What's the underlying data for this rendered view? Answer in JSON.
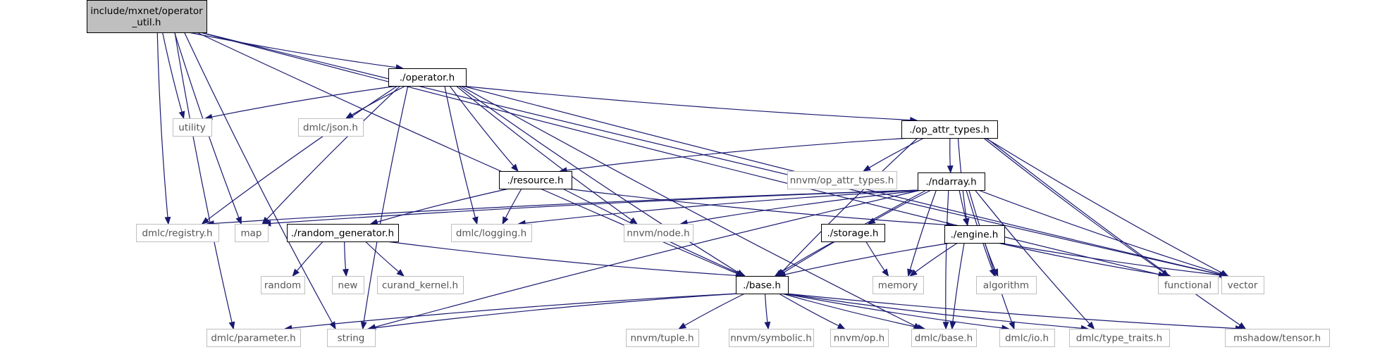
{
  "diagram": {
    "type": "include-dependency-graph",
    "nodes": [
      {
        "id": "root",
        "lines": [
          "include/mxnet/operator",
          "_util.h"
        ],
        "kind": "root"
      },
      {
        "id": "operator",
        "lines": [
          "./operator.h"
        ],
        "kind": "local"
      },
      {
        "id": "utility",
        "lines": [
          "utility"
        ],
        "kind": "external"
      },
      {
        "id": "dmlc_json",
        "lines": [
          "dmlc/json.h"
        ],
        "kind": "external"
      },
      {
        "id": "op_attr_types",
        "lines": [
          "./op_attr_types.h"
        ],
        "kind": "local"
      },
      {
        "id": "resource",
        "lines": [
          "./resource.h"
        ],
        "kind": "local"
      },
      {
        "id": "nnvm_op_attr_types",
        "lines": [
          "nnvm/op_attr_types.h"
        ],
        "kind": "external"
      },
      {
        "id": "ndarray",
        "lines": [
          "./ndarray.h"
        ],
        "kind": "local"
      },
      {
        "id": "dmlc_registry",
        "lines": [
          "dmlc/registry.h"
        ],
        "kind": "external"
      },
      {
        "id": "map",
        "lines": [
          "map"
        ],
        "kind": "external"
      },
      {
        "id": "random_generator",
        "lines": [
          "./random_generator.h"
        ],
        "kind": "local"
      },
      {
        "id": "dmlc_logging",
        "lines": [
          "dmlc/logging.h"
        ],
        "kind": "external"
      },
      {
        "id": "nnvm_node",
        "lines": [
          "nnvm/node.h"
        ],
        "kind": "external"
      },
      {
        "id": "storage",
        "lines": [
          "./storage.h"
        ],
        "kind": "local"
      },
      {
        "id": "engine",
        "lines": [
          "./engine.h"
        ],
        "kind": "local"
      },
      {
        "id": "random",
        "lines": [
          "random"
        ],
        "kind": "external"
      },
      {
        "id": "new",
        "lines": [
          "new"
        ],
        "kind": "external"
      },
      {
        "id": "curand_kernel",
        "lines": [
          "curand_kernel.h"
        ],
        "kind": "external"
      },
      {
        "id": "base",
        "lines": [
          "./base.h"
        ],
        "kind": "local"
      },
      {
        "id": "memory",
        "lines": [
          "memory"
        ],
        "kind": "external"
      },
      {
        "id": "algorithm",
        "lines": [
          "algorithm"
        ],
        "kind": "external"
      },
      {
        "id": "functional",
        "lines": [
          "functional"
        ],
        "kind": "external"
      },
      {
        "id": "vector",
        "lines": [
          "vector"
        ],
        "kind": "external"
      },
      {
        "id": "dmlc_parameter",
        "lines": [
          "dmlc/parameter.h"
        ],
        "kind": "external"
      },
      {
        "id": "string",
        "lines": [
          "string"
        ],
        "kind": "external"
      },
      {
        "id": "nnvm_tuple",
        "lines": [
          "nnvm/tuple.h"
        ],
        "kind": "external"
      },
      {
        "id": "nnvm_symbolic",
        "lines": [
          "nnvm/symbolic.h"
        ],
        "kind": "external"
      },
      {
        "id": "nnvm_op",
        "lines": [
          "nnvm/op.h"
        ],
        "kind": "external"
      },
      {
        "id": "dmlc_base",
        "lines": [
          "dmlc/base.h"
        ],
        "kind": "external"
      },
      {
        "id": "dmlc_io",
        "lines": [
          "dmlc/io.h"
        ],
        "kind": "external"
      },
      {
        "id": "dmlc_type_traits",
        "lines": [
          "dmlc/type_traits.h"
        ],
        "kind": "external"
      },
      {
        "id": "mshadow_tensor",
        "lines": [
          "mshadow/tensor.h"
        ],
        "kind": "external"
      }
    ],
    "edges": [
      [
        "root",
        "operator"
      ],
      [
        "root",
        "utility"
      ],
      [
        "root",
        "dmlc_registry"
      ],
      [
        "root",
        "map"
      ],
      [
        "root",
        "base"
      ],
      [
        "root",
        "dmlc_parameter"
      ],
      [
        "root",
        "string"
      ],
      [
        "root",
        "functional"
      ],
      [
        "root",
        "vector"
      ],
      [
        "operator",
        "utility"
      ],
      [
        "operator",
        "dmlc_json"
      ],
      [
        "operator",
        "op_attr_types"
      ],
      [
        "operator",
        "resource"
      ],
      [
        "operator",
        "dmlc_registry"
      ],
      [
        "operator",
        "map"
      ],
      [
        "operator",
        "dmlc_logging"
      ],
      [
        "operator",
        "nnvm_node"
      ],
      [
        "operator",
        "base"
      ],
      [
        "operator",
        "string"
      ],
      [
        "operator",
        "vector"
      ],
      [
        "operator",
        "dmlc_base"
      ],
      [
        "op_attr_types",
        "resource"
      ],
      [
        "op_attr_types",
        "nnvm_op_attr_types"
      ],
      [
        "op_attr_types",
        "ndarray"
      ],
      [
        "op_attr_types",
        "base"
      ],
      [
        "op_attr_types",
        "engine"
      ],
      [
        "op_attr_types",
        "functional"
      ],
      [
        "op_attr_types",
        "vector"
      ],
      [
        "op_attr_types",
        "mshadow_tensor"
      ],
      [
        "resource",
        "random_generator"
      ],
      [
        "resource",
        "dmlc_logging"
      ],
      [
        "resource",
        "engine"
      ],
      [
        "resource",
        "base"
      ],
      [
        "ndarray",
        "dmlc_registry"
      ],
      [
        "ndarray",
        "map"
      ],
      [
        "ndarray",
        "dmlc_logging"
      ],
      [
        "ndarray",
        "nnvm_node"
      ],
      [
        "ndarray",
        "storage"
      ],
      [
        "ndarray",
        "engine"
      ],
      [
        "ndarray",
        "base"
      ],
      [
        "ndarray",
        "memory"
      ],
      [
        "ndarray",
        "algorithm"
      ],
      [
        "ndarray",
        "vector"
      ],
      [
        "ndarray",
        "string"
      ],
      [
        "ndarray",
        "dmlc_base"
      ],
      [
        "ndarray",
        "dmlc_io"
      ],
      [
        "ndarray",
        "dmlc_type_traits"
      ],
      [
        "random_generator",
        "random"
      ],
      [
        "random_generator",
        "new"
      ],
      [
        "random_generator",
        "curand_kernel"
      ],
      [
        "random_generator",
        "base"
      ],
      [
        "storage",
        "base"
      ],
      [
        "storage",
        "memory"
      ],
      [
        "engine",
        "base"
      ],
      [
        "engine",
        "memory"
      ],
      [
        "engine",
        "algorithm"
      ],
      [
        "engine",
        "functional"
      ],
      [
        "engine",
        "vector"
      ],
      [
        "engine",
        "dmlc_base"
      ],
      [
        "base",
        "dmlc_parameter"
      ],
      [
        "base",
        "string"
      ],
      [
        "base",
        "nnvm_tuple"
      ],
      [
        "base",
        "nnvm_symbolic"
      ],
      [
        "base",
        "nnvm_op"
      ],
      [
        "base",
        "dmlc_base"
      ],
      [
        "base",
        "dmlc_io"
      ],
      [
        "base",
        "dmlc_type_traits"
      ],
      [
        "base",
        "mshadow_tensor"
      ]
    ],
    "colors": {
      "edge": "#191970",
      "local_border": "#000000",
      "external_border": "#bfbfbf",
      "external_text": "#555555",
      "root_fill": "#bfbfbf",
      "root_border": "#000000"
    }
  }
}
